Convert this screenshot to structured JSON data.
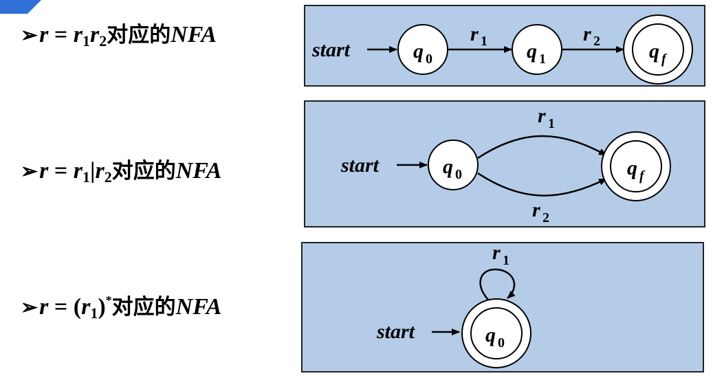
{
  "accent_color": "#2f6fd6",
  "panel_color": "#b4cce8",
  "rows": [
    {
      "heading": {
        "lhs": "r",
        "eq": "=",
        "expr": [
          {
            "t": "r",
            "s": "1"
          },
          {
            "t": "r",
            "s": "2"
          }
        ],
        "tail_cjk": "对应的",
        "tail": "NFA"
      },
      "diagram": {
        "start": "start",
        "states": [
          "q",
          "q",
          "q"
        ],
        "state_subs": [
          "0",
          "1",
          "f"
        ],
        "edge_labels": [
          {
            "t": "r",
            "s": "1"
          },
          {
            "t": "r",
            "s": "2"
          }
        ]
      }
    },
    {
      "heading": {
        "lhs": "r",
        "eq": "=",
        "expr": [
          {
            "t": "r",
            "s": "1"
          },
          {
            "t": "|"
          },
          {
            "t": "r",
            "s": "2"
          }
        ],
        "tail_cjk": "对应的",
        "tail": "NFA"
      },
      "diagram": {
        "start": "start",
        "states": [
          "q",
          "q"
        ],
        "state_subs": [
          "0",
          "f"
        ],
        "edge_labels": [
          {
            "t": "r",
            "s": "1"
          },
          {
            "t": "r",
            "s": "2"
          }
        ]
      }
    },
    {
      "heading": {
        "lhs": "r",
        "eq": "=",
        "expr": [
          {
            "t": "("
          },
          {
            "t": "r",
            "s": "1"
          },
          {
            "t": ")",
            "sup": "*"
          }
        ],
        "tail_cjk": "对应的",
        "tail": "NFA"
      },
      "diagram": {
        "start": "start",
        "states": [
          "q"
        ],
        "state_subs": [
          "0"
        ],
        "edge_labels": [
          {
            "t": "r",
            "s": "1"
          }
        ]
      }
    }
  ]
}
